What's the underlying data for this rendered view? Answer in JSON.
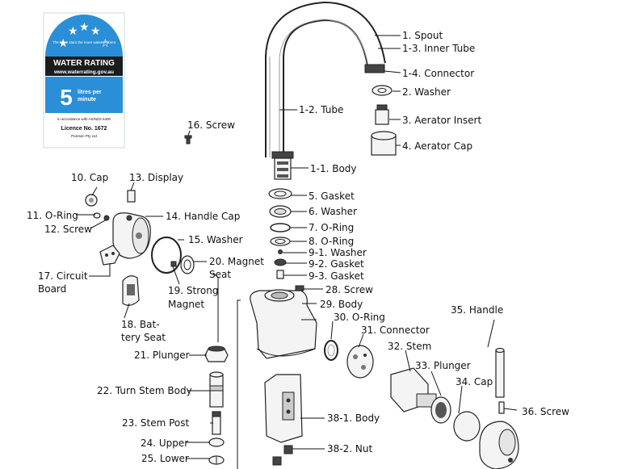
{
  "badge": {
    "stars_text": "The more stars the more water efficient",
    "title": "WATER RATING",
    "url": "www.waterrating.gov.au",
    "number": "5",
    "unit_line1": "litres per",
    "unit_line2": "minute",
    "standard": "In accordance with AS/NZS 6400",
    "licence": "Licence No. 1672",
    "company": "Puresec Pty Ltd",
    "colors": {
      "blue": "#2a8fd6",
      "dark": "#1c1c1c"
    }
  },
  "labels": {
    "spout": "1. Spout",
    "inner_tube": "1-3. Inner Tube",
    "connector_1_4": "1-4. Connector",
    "washer_2": "2. Washer",
    "aerator_insert": "3. Aerator Insert",
    "aerator_cap": "4. Aerator Cap",
    "tube": "1-2. Tube",
    "body_1_1": "1-1. Body",
    "gasket_5": "5. Gasket",
    "washer_6": "6. Washer",
    "oring_7": "7. O-Ring",
    "oring_8": "8. O-Ring",
    "washer_9_1": "9-1. Washer",
    "gasket_9_2": "9-2. Gasket",
    "gasket_9_3": "9-3. Gasket",
    "screw_16": "16. Screw",
    "cap_10": "10. Cap",
    "display_13": "13. Display",
    "oring_11": "11. O-Ring",
    "handle_cap_14": "14. Handle Cap",
    "screw_12": "12. Screw",
    "washer_15": "15. Washer",
    "magnet_seat_20_a": "20. Magnet",
    "magnet_seat_20_b": "Seat",
    "circuit_board_a": "17. Circuit",
    "circuit_board_b": "Board",
    "strong_magnet_a": "19. Strong",
    "strong_magnet_b": "Magnet",
    "battery_seat_a": "18. Bat-",
    "battery_seat_b": "tery Seat",
    "plunger_21": "21. Plunger",
    "turn_stem_body_22": "22. Turn Stem Body",
    "stem_post_23": "23. Stem Post",
    "upper_24": "24. Upper",
    "lower_25": "25. Lower",
    "screw_28": "28. Screw",
    "body_29": "29. Body",
    "oring_30": "30. O-Ring",
    "connector_31": "31. Connector",
    "stem_32": "32. Stem",
    "plunger_33": "33. Plunger",
    "cap_34": "34. Cap",
    "handle_35": "35. Handle",
    "screw_36": "36. Screw",
    "body_38_1": "38-1. Body",
    "nut_38_2": "38-2. Nut"
  }
}
